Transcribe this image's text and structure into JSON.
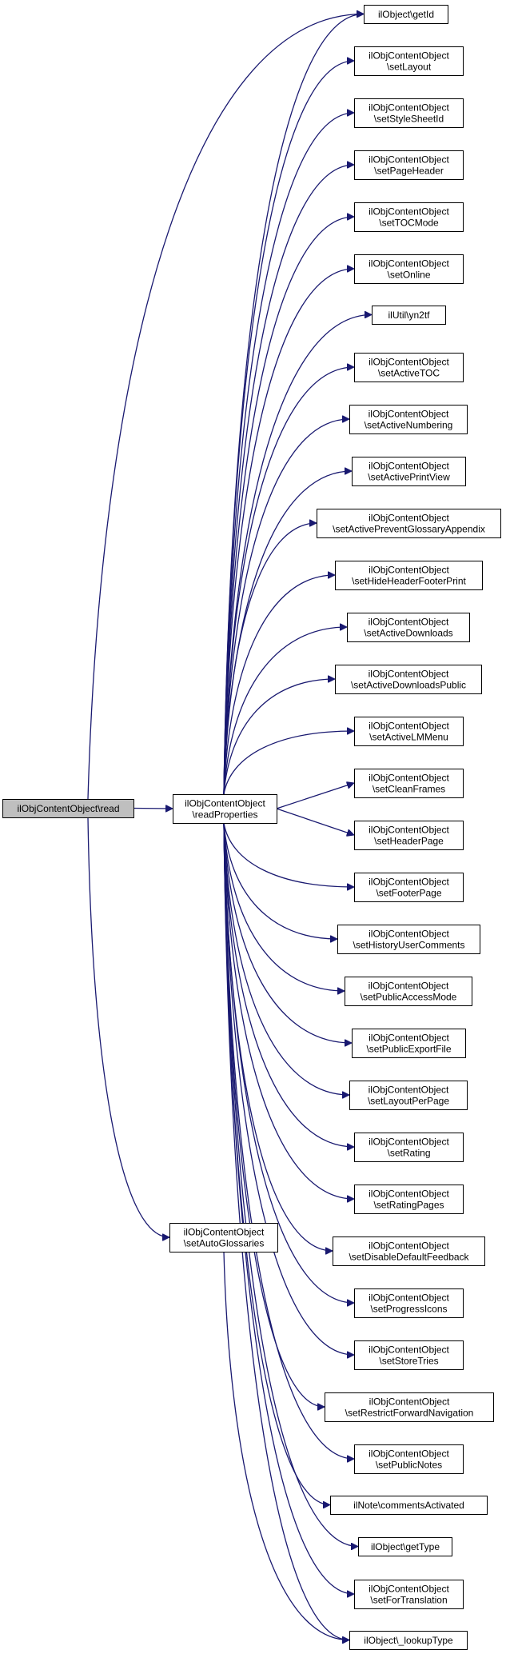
{
  "graph": {
    "edge_color": "#191970",
    "root_fill": "#bfbfbf",
    "nodes": [
      {
        "id": "n0",
        "lines": [
          "ilObjContentObject\\read"
        ],
        "root": true
      },
      {
        "id": "n1",
        "lines": [
          "ilObjContentObject",
          "\\readProperties"
        ]
      },
      {
        "id": "n2",
        "lines": [
          "ilObjContentObject",
          "\\setAutoGlossaries"
        ]
      },
      {
        "id": "n3",
        "lines": [
          "ilObject\\getId"
        ]
      },
      {
        "id": "n4",
        "lines": [
          "ilObjContentObject",
          "\\setLayout"
        ]
      },
      {
        "id": "n5",
        "lines": [
          "ilObjContentObject",
          "\\setStyleSheetId"
        ]
      },
      {
        "id": "n6",
        "lines": [
          "ilObjContentObject",
          "\\setPageHeader"
        ]
      },
      {
        "id": "n7",
        "lines": [
          "ilObjContentObject",
          "\\setTOCMode"
        ]
      },
      {
        "id": "n8",
        "lines": [
          "ilObjContentObject",
          "\\setOnline"
        ]
      },
      {
        "id": "n9",
        "lines": [
          "ilUtil\\yn2tf"
        ]
      },
      {
        "id": "n10",
        "lines": [
          "ilObjContentObject",
          "\\setActiveTOC"
        ]
      },
      {
        "id": "n11",
        "lines": [
          "ilObjContentObject",
          "\\setActiveNumbering"
        ]
      },
      {
        "id": "n12",
        "lines": [
          "ilObjContentObject",
          "\\setActivePrintView"
        ]
      },
      {
        "id": "n13",
        "lines": [
          "ilObjContentObject",
          "\\setActivePreventGlossaryAppendix"
        ]
      },
      {
        "id": "n14",
        "lines": [
          "ilObjContentObject",
          "\\setHideHeaderFooterPrint"
        ]
      },
      {
        "id": "n15",
        "lines": [
          "ilObjContentObject",
          "\\setActiveDownloads"
        ]
      },
      {
        "id": "n16",
        "lines": [
          "ilObjContentObject",
          "\\setActiveDownloadsPublic"
        ]
      },
      {
        "id": "n17",
        "lines": [
          "ilObjContentObject",
          "\\setActiveLMMenu"
        ]
      },
      {
        "id": "n18",
        "lines": [
          "ilObjContentObject",
          "\\setCleanFrames"
        ]
      },
      {
        "id": "n19",
        "lines": [
          "ilObjContentObject",
          "\\setHeaderPage"
        ]
      },
      {
        "id": "n20",
        "lines": [
          "ilObjContentObject",
          "\\setFooterPage"
        ]
      },
      {
        "id": "n21",
        "lines": [
          "ilObjContentObject",
          "\\setHistoryUserComments"
        ]
      },
      {
        "id": "n22",
        "lines": [
          "ilObjContentObject",
          "\\setPublicAccessMode"
        ]
      },
      {
        "id": "n23",
        "lines": [
          "ilObjContentObject",
          "\\setPublicExportFile"
        ]
      },
      {
        "id": "n24",
        "lines": [
          "ilObjContentObject",
          "\\setLayoutPerPage"
        ]
      },
      {
        "id": "n25",
        "lines": [
          "ilObjContentObject",
          "\\setRating"
        ]
      },
      {
        "id": "n26",
        "lines": [
          "ilObjContentObject",
          "\\setRatingPages"
        ]
      },
      {
        "id": "n27",
        "lines": [
          "ilObjContentObject",
          "\\setDisableDefaultFeedback"
        ]
      },
      {
        "id": "n28",
        "lines": [
          "ilObjContentObject",
          "\\setProgressIcons"
        ]
      },
      {
        "id": "n29",
        "lines": [
          "ilObjContentObject",
          "\\setStoreTries"
        ]
      },
      {
        "id": "n30",
        "lines": [
          "ilObjContentObject",
          "\\setRestrictForwardNavigation"
        ]
      },
      {
        "id": "n31",
        "lines": [
          "ilObjContentObject",
          "\\setPublicNotes"
        ]
      },
      {
        "id": "n32",
        "lines": [
          "ilNote\\commentsActivated"
        ]
      },
      {
        "id": "n33",
        "lines": [
          "ilObject\\getType"
        ]
      },
      {
        "id": "n34",
        "lines": [
          "ilObjContentObject",
          "\\setForTranslation"
        ]
      },
      {
        "id": "n35",
        "lines": [
          "ilObject\\_lookupType"
        ]
      }
    ],
    "edges": [
      [
        "n0",
        "n1"
      ],
      [
        "n0",
        "n2"
      ],
      [
        "n0",
        "n3"
      ],
      [
        "n1",
        "n3"
      ],
      [
        "n1",
        "n4"
      ],
      [
        "n1",
        "n5"
      ],
      [
        "n1",
        "n6"
      ],
      [
        "n1",
        "n7"
      ],
      [
        "n1",
        "n8"
      ],
      [
        "n1",
        "n9"
      ],
      [
        "n1",
        "n10"
      ],
      [
        "n1",
        "n11"
      ],
      [
        "n1",
        "n12"
      ],
      [
        "n1",
        "n13"
      ],
      [
        "n1",
        "n14"
      ],
      [
        "n1",
        "n15"
      ],
      [
        "n1",
        "n16"
      ],
      [
        "n1",
        "n17"
      ],
      [
        "n1",
        "n18"
      ],
      [
        "n1",
        "n19"
      ],
      [
        "n1",
        "n20"
      ],
      [
        "n1",
        "n21"
      ],
      [
        "n1",
        "n22"
      ],
      [
        "n1",
        "n23"
      ],
      [
        "n1",
        "n24"
      ],
      [
        "n1",
        "n25"
      ],
      [
        "n1",
        "n26"
      ],
      [
        "n1",
        "n27"
      ],
      [
        "n1",
        "n28"
      ],
      [
        "n1",
        "n29"
      ],
      [
        "n1",
        "n30"
      ],
      [
        "n1",
        "n31"
      ],
      [
        "n1",
        "n32"
      ],
      [
        "n1",
        "n33"
      ],
      [
        "n1",
        "n34"
      ],
      [
        "n1",
        "n35"
      ],
      [
        "n2",
        "n35"
      ]
    ]
  }
}
